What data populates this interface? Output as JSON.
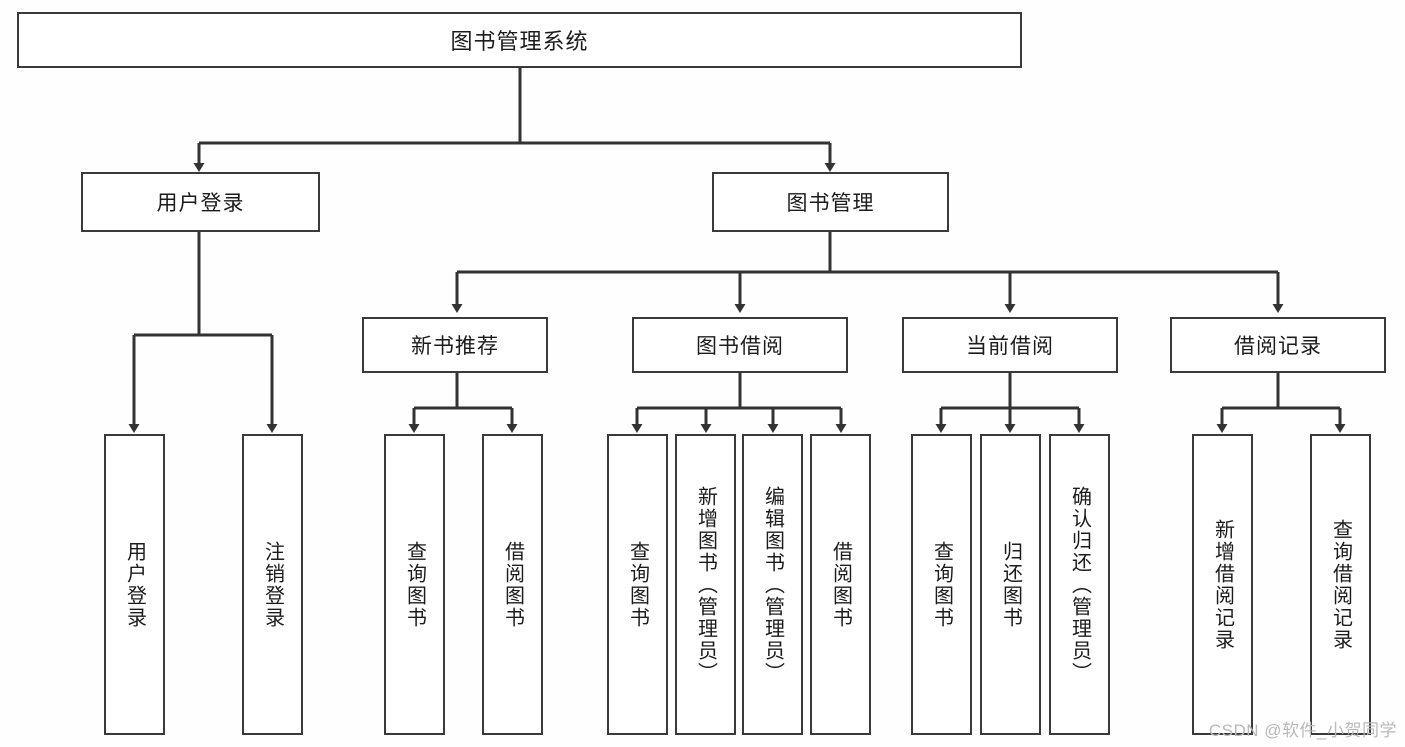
{
  "diagram": {
    "type": "hierarchy-tree",
    "title": "图书管理系统",
    "levels": 4,
    "root": {
      "label": "图书管理系统"
    },
    "level2": [
      {
        "label": "用户登录"
      },
      {
        "label": "图书管理"
      }
    ],
    "level3": [
      {
        "label": "新书推荐"
      },
      {
        "label": "图书借阅"
      },
      {
        "label": "当前借阅"
      },
      {
        "label": "借阅记录"
      }
    ],
    "leaves": {
      "user_login": [
        {
          "label": "用户登录"
        },
        {
          "label": "注销登录"
        }
      ],
      "new_book_recommend": [
        {
          "label": "查询图书"
        },
        {
          "label": "借阅图书"
        }
      ],
      "book_borrow": [
        {
          "label": "查询图书"
        },
        {
          "label": "新增图书（管理员）"
        },
        {
          "label": "编辑图书（管理员）"
        },
        {
          "label": "借阅图书"
        }
      ],
      "current_borrow": [
        {
          "label": "查询图书"
        },
        {
          "label": "归还图书"
        },
        {
          "label": "确认归还（管理员）"
        }
      ],
      "borrow_record": [
        {
          "label": "新增借阅记录"
        },
        {
          "label": "查询借阅记录"
        }
      ]
    }
  },
  "watermark": {
    "text": "CSDN @软件_小贺同学"
  },
  "colors": {
    "background": "#fefefe",
    "node_border": "#3a3a3a",
    "node_fill": "#ffffff",
    "edge": "#333333",
    "text": "#1c1c1c",
    "watermark": "#b9b9b9"
  }
}
